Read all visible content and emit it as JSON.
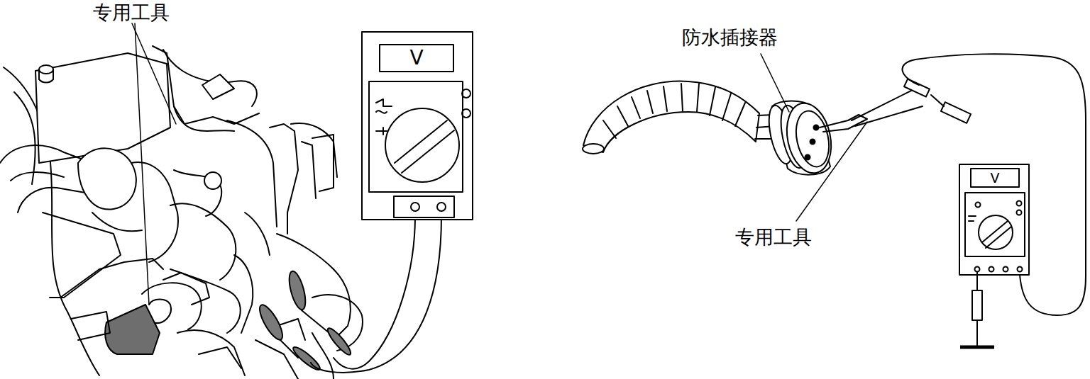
{
  "diagram": {
    "labels": [
      "专用工具",
      "V",
      "防水插接器",
      "专用工具",
      "V"
    ]
  }
}
